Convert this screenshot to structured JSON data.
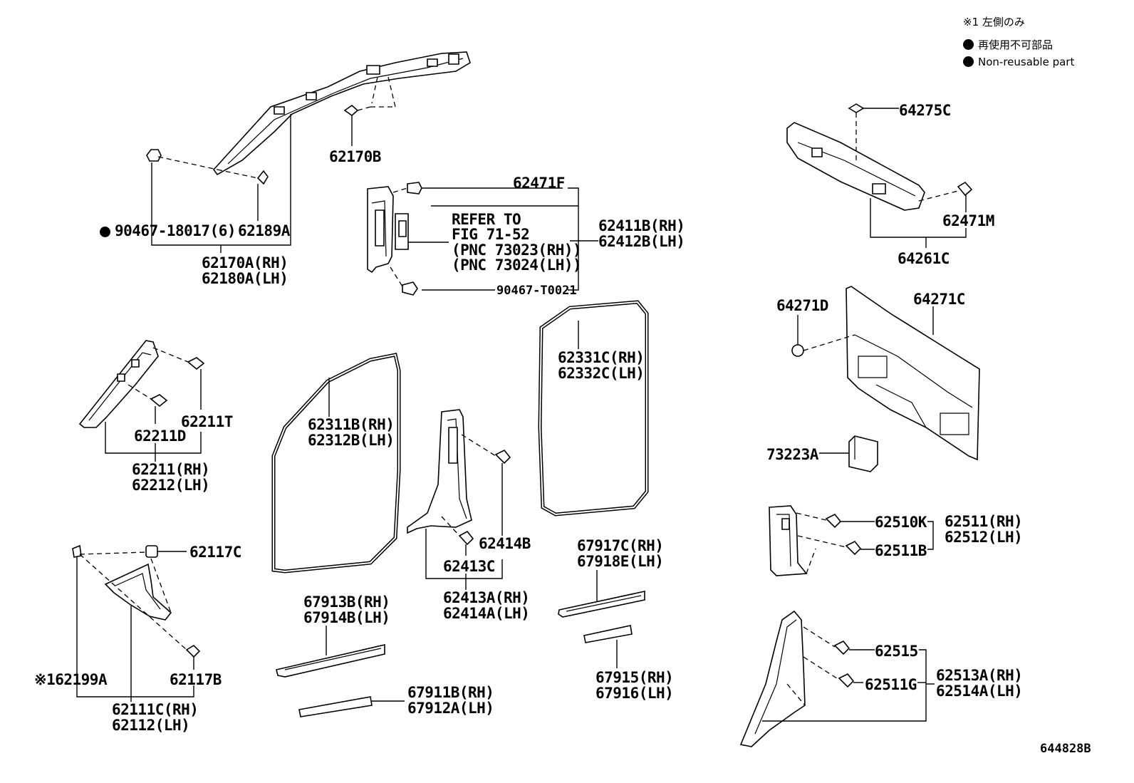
{
  "legend": {
    "note_1": "※1 左側のみ",
    "non_reusable_ja": "再使用不可部品",
    "non_reusable_en": "Non-reusable part"
  },
  "labels": {
    "p90467_18017": "90467-18017(6)",
    "p62189a": "62189A",
    "p62170a": "62170A(RH)",
    "p62180a": "62180A(LH)",
    "p62170b": "62170B",
    "p62471f": "62471F",
    "refer_to": "REFER TO",
    "fig_71_52": "FIG 71-52",
    "pnc_73023": "(PNC 73023(RH))",
    "pnc_73024": "(PNC 73024(LH))",
    "p90467_t0021": "90467-T0021",
    "p62411b": "62411B(RH)",
    "p62412b": "62412B(LH)",
    "p62211t": "62211T",
    "p62211d": "62211D",
    "p62211": "62211(RH)",
    "p62212": "62212(LH)",
    "p62117c": "62117C",
    "p62199a": "※162199A",
    "p62117b": "62117B",
    "p62111c": "62111C(RH)",
    "p62112": "62112(LH)",
    "p62311b": "62311B(RH)",
    "p62312b": "62312B(LH)",
    "p62331c": "62331C(RH)",
    "p62332c": "62332C(LH)",
    "p62414b": "62414B",
    "p62413c": "62413C",
    "p62413a": "62413A(RH)",
    "p62414a": "62414A(LH)",
    "p67913b": "67913B(RH)",
    "p67914b": "67914B(LH)",
    "p67911b": "67911B(RH)",
    "p67912a": "67912A(LH)",
    "p67917c": "67917C(RH)",
    "p67918e": "67918E(LH)",
    "p67915": "67915(RH)",
    "p67916": "67916(LH)",
    "p64275c": "64275C",
    "p62471m": "62471M",
    "p64261c": "64261C",
    "p64271d": "64271D",
    "p64271c": "64271C",
    "p73223a": "73223A",
    "p62510k": "62510K",
    "p62511b": "62511B",
    "p62511": "62511(RH)",
    "p62512": "62512(LH)",
    "p62515": "62515",
    "p62511g": "62511G",
    "p62513a": "62513A(RH)",
    "p62514a": "62514A(LH)"
  },
  "diagram_id": "644828B"
}
